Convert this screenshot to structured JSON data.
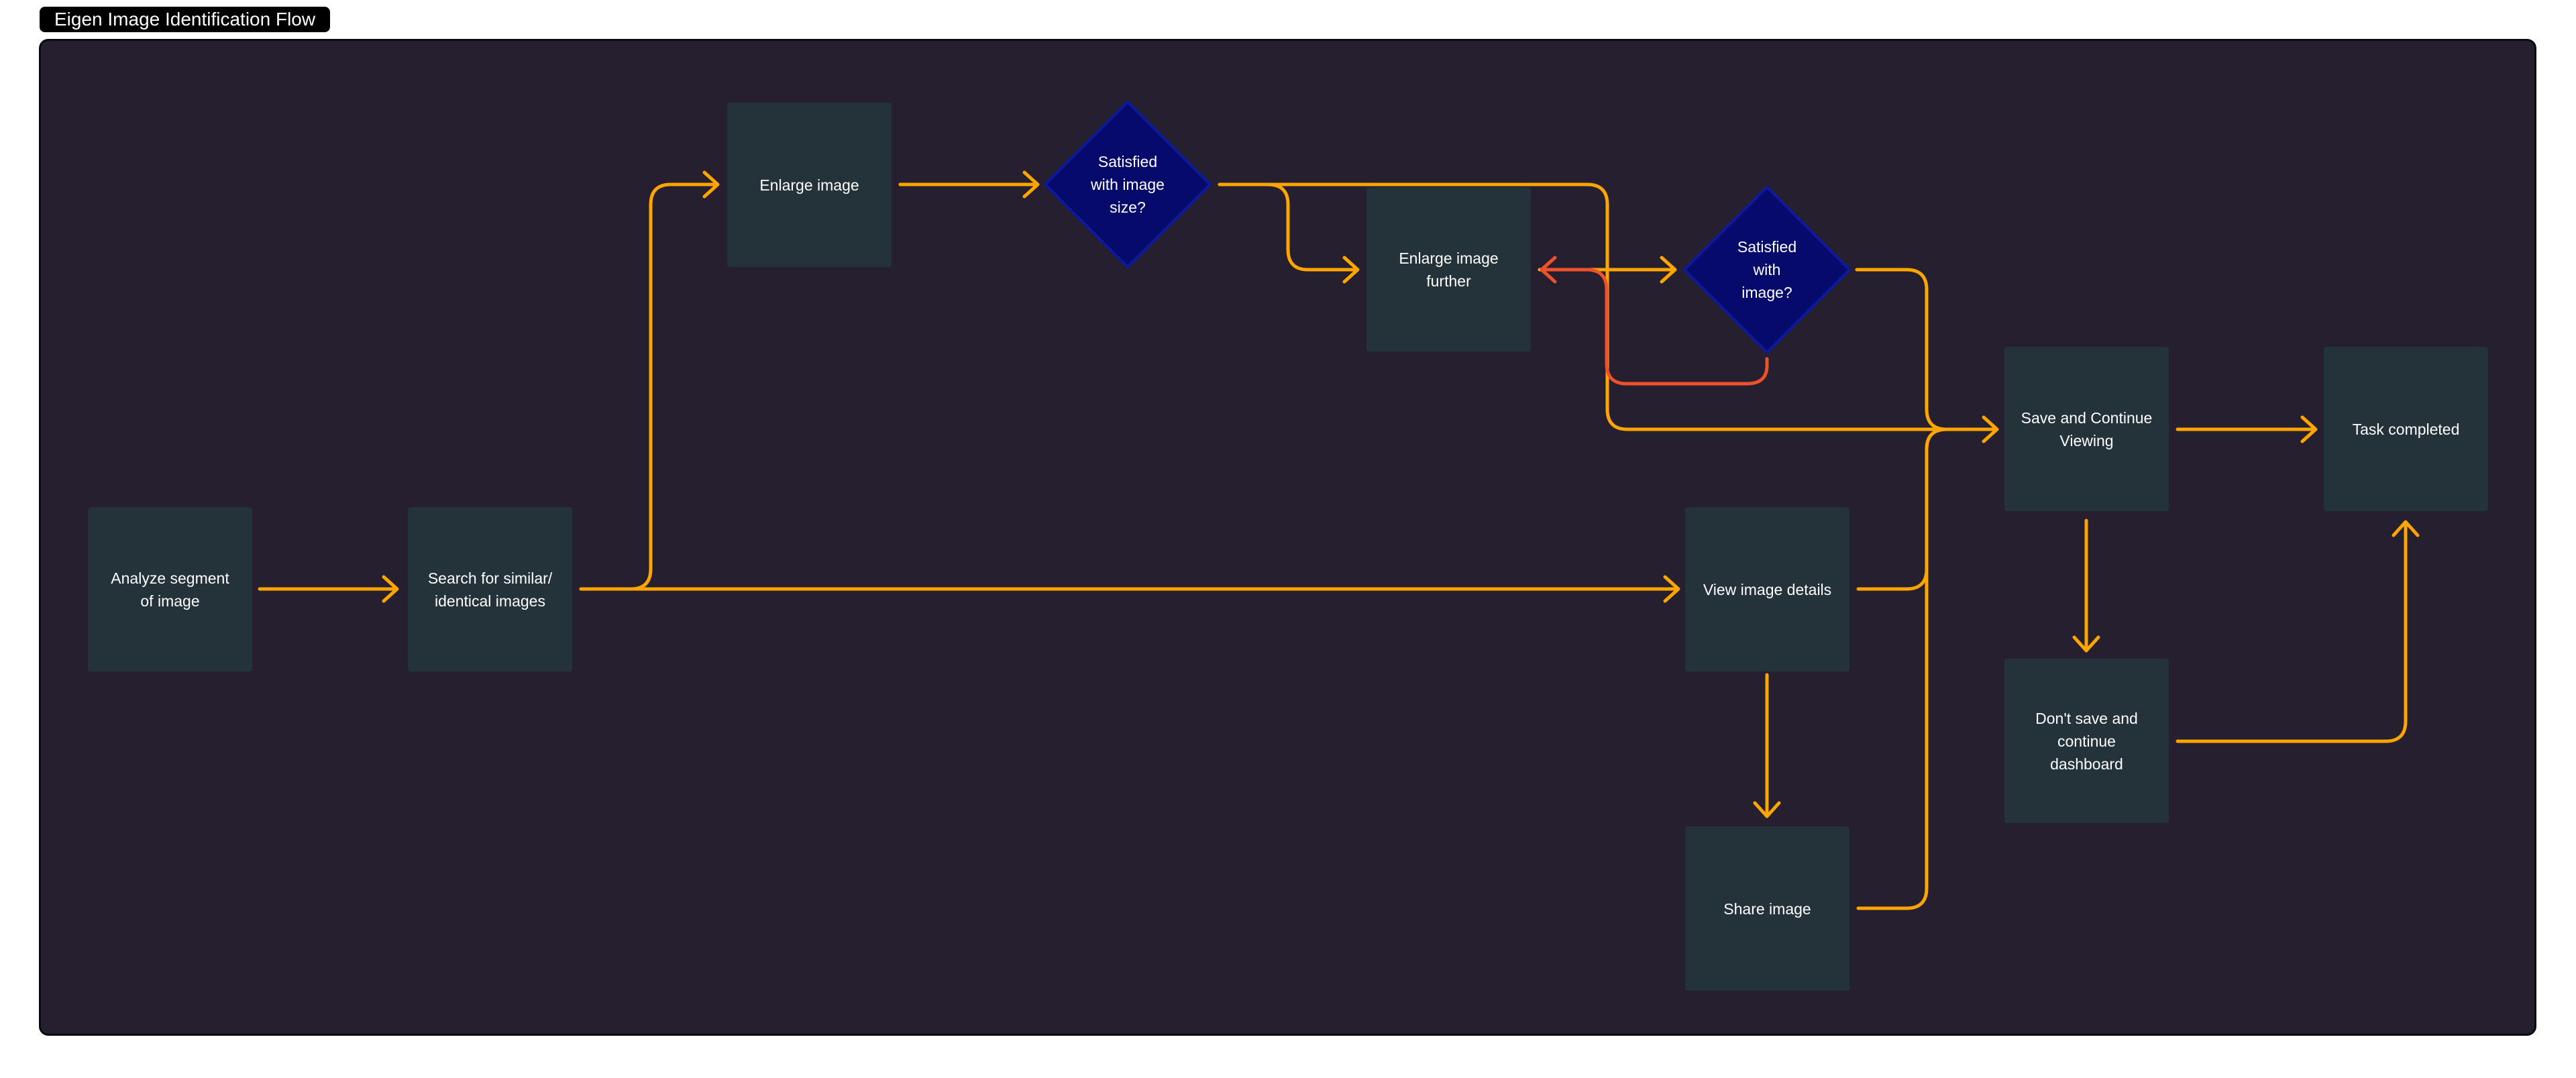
{
  "frame": {
    "title": "Eigen Image Identification Flow"
  },
  "colors": {
    "canvas": "#261f30",
    "node": "#24323a",
    "decision": "#060a6a",
    "flow": "#ffa500",
    "loop": "#f0502a"
  },
  "nodes": {
    "analyze": "Analyze segment of image",
    "search": "Search for similar/ identical images",
    "enlarge": "Enlarge image",
    "satisfied_size": "Satisfied with image size?",
    "enlarge_further": "Enlarge image further",
    "satisfied_image": "Satisfied with image?",
    "view_details": "View image details",
    "share": "Share image",
    "save_continue": "Save and Continue Viewing",
    "dont_save": "Don't save and continue dashboard",
    "task_completed": "Task completed"
  }
}
